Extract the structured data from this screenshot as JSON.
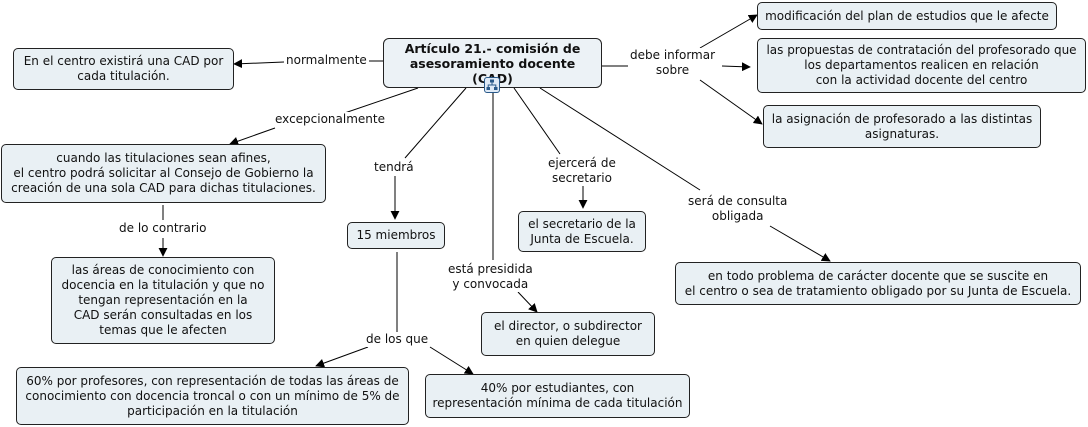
{
  "root": {
    "title": "Artículo 21.- comisión de\nasesoramiento docente (CAD)",
    "icon": "concept-map-icon"
  },
  "nodes": {
    "cad_por_titulacion": "En el centro existirá una CAD por\ncada titulación.",
    "modificacion_plan": "modificación del plan de estudios que le afecte",
    "propuestas_contratacion": "las propuestas de contratación del profesorado que\nlos departamentos realicen en relación\ncon la actividad docente del centro",
    "asignacion_profesorado": "la asignación de profesorado a las distintas\nasignaturas.",
    "titulaciones_afines": "cuando las titulaciones sean afines,\nel centro podrá solicitar al Consejo de Gobierno la\ncreación de una sola CAD para dichas titulaciones.",
    "areas_conocimiento": "las áreas de conocimiento con\ndocencia en la titulación y que no\ntengan representación en la\nCAD serán consultadas en los\ntemas que le afecten",
    "quince_miembros": "15 miembros",
    "secretario_junta": "el secretario de la\nJunta de Escuela.",
    "director": "el director, o subdirector\nen quien delegue",
    "problema_docente": "en todo problema de carácter docente que se suscite en\nel centro o sea de tratamiento obligado por su Junta de Escuela.",
    "profesores_60": "60% por profesores, con representación de todas las áreas de\nconocimiento con docencia troncal o con un mínimo de 5% de\nparticipación en la titulación",
    "estudiantes_40": "40% por estudiantes, con\nrepresentación mínima de cada titulación"
  },
  "links": {
    "normalmente": "normalmente",
    "debe_informar": "debe informar\nsobre",
    "excepcionalmente": "excepcionalmente",
    "tendra": "tendrá",
    "ejercera": "ejercerá de\nsecretario",
    "consulta": "será de consulta\nobligada",
    "contrario": "de lo contrario",
    "presidida": "está presidida\ny convocada",
    "de_los_que": "de los que"
  },
  "colors": {
    "node_fill": "#e9f0f4",
    "border": "#222222",
    "line": "#000000"
  }
}
